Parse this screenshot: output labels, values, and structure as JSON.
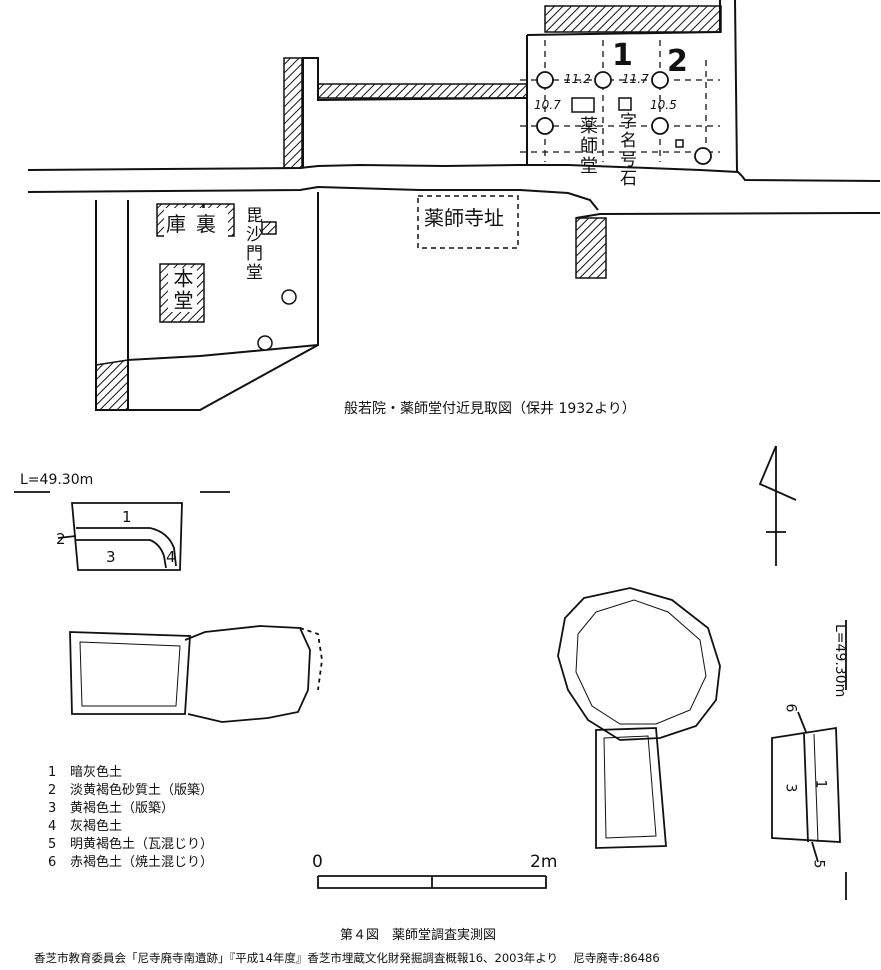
{
  "map": {
    "caption": "般若院・薬師堂付近見取図（保井 1932より）",
    "pillar_numbers": [
      "1",
      "2"
    ],
    "measurements": [
      "11.2",
      "11.7",
      "10.7",
      "10.5"
    ],
    "labels": {
      "yakushido": "薬師堂",
      "sign_stone": "字名号石",
      "temple_site": "薬師寺址",
      "warehouse": "庫裏",
      "bishamon": "毘沙門堂",
      "hondo": "本堂"
    }
  },
  "section_a": {
    "level_label": "L=49.30m",
    "layers": [
      "1",
      "2",
      "3",
      "4"
    ]
  },
  "section_b": {
    "level_label": "L=49.30m",
    "layers": [
      "6",
      "1",
      "3",
      "5"
    ]
  },
  "legend": [
    {
      "num": "1",
      "text": "暗灰色土"
    },
    {
      "num": "2",
      "text": "淡黄褐色砂質土（版築）"
    },
    {
      "num": "3",
      "text": "黄褐色土（版築）"
    },
    {
      "num": "4",
      "text": "灰褐色土"
    },
    {
      "num": "5",
      "text": "明黄褐色土（瓦混じり）"
    },
    {
      "num": "6",
      "text": "赤褐色土（焼土混じり）"
    }
  ],
  "scale": {
    "start": "0",
    "end": "2m"
  },
  "figure_caption": "第４図　薬師堂調査実測図",
  "source": "香芝市教育委員会「尼寺廃寺南遺跡」『平成14年度』香芝市埋蔵文化財発掘調査概報16、2003年より　 尼寺廃寺:86486"
}
